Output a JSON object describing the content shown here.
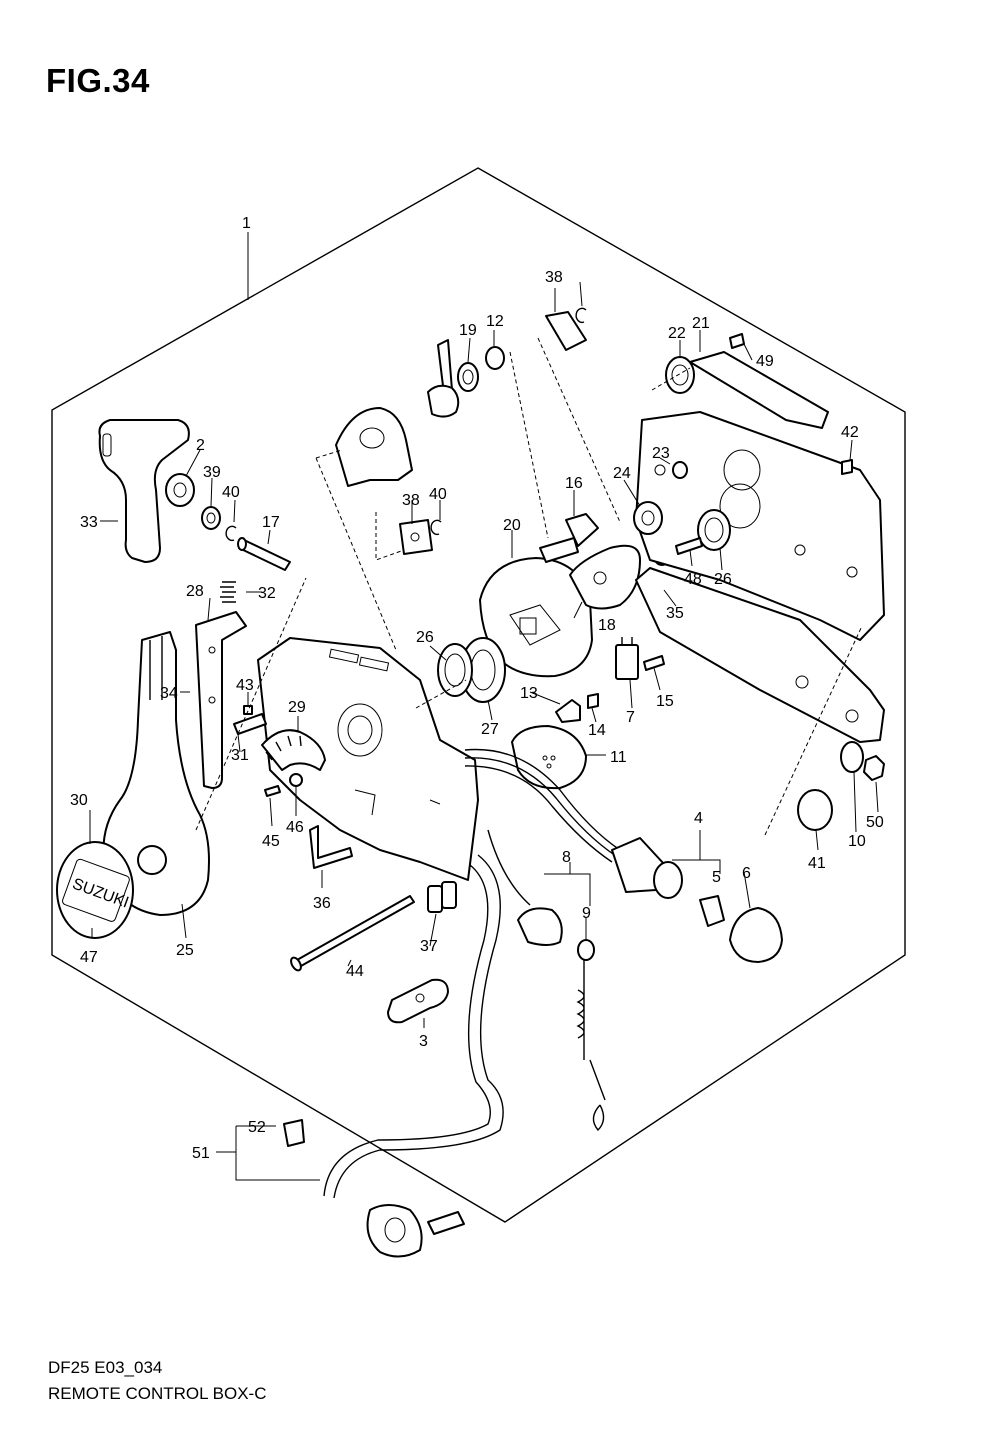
{
  "figure": {
    "title": "FIG.34",
    "model_code": "DF25 E03_034",
    "name": "REMOTE CONTROL BOX-C"
  },
  "callouts": [
    {
      "id": "c1",
      "label": "1"
    },
    {
      "id": "c2",
      "label": "2"
    },
    {
      "id": "c3",
      "label": "3"
    },
    {
      "id": "c4",
      "label": "4"
    },
    {
      "id": "c5",
      "label": "5"
    },
    {
      "id": "c6",
      "label": "6"
    },
    {
      "id": "c7",
      "label": "7"
    },
    {
      "id": "c8",
      "label": "8"
    },
    {
      "id": "c9",
      "label": "9"
    },
    {
      "id": "c10",
      "label": "10"
    },
    {
      "id": "c11",
      "label": "11"
    },
    {
      "id": "c12",
      "label": "12"
    },
    {
      "id": "c13",
      "label": "13"
    },
    {
      "id": "c14",
      "label": "14"
    },
    {
      "id": "c15",
      "label": "15"
    },
    {
      "id": "c16",
      "label": "16"
    },
    {
      "id": "c17",
      "label": "17"
    },
    {
      "id": "c18",
      "label": "18"
    },
    {
      "id": "c19",
      "label": "19"
    },
    {
      "id": "c20",
      "label": "20"
    },
    {
      "id": "c21",
      "label": "21"
    },
    {
      "id": "c22",
      "label": "22"
    },
    {
      "id": "c23",
      "label": "23"
    },
    {
      "id": "c24",
      "label": "24"
    },
    {
      "id": "c25",
      "label": "25"
    },
    {
      "id": "c26a",
      "label": "26"
    },
    {
      "id": "c26b",
      "label": "26"
    },
    {
      "id": "c27",
      "label": "27"
    },
    {
      "id": "c28",
      "label": "28"
    },
    {
      "id": "c29",
      "label": "29"
    },
    {
      "id": "c30",
      "label": "30"
    },
    {
      "id": "c31",
      "label": "31"
    },
    {
      "id": "c32",
      "label": "32"
    },
    {
      "id": "c33",
      "label": "33"
    },
    {
      "id": "c34",
      "label": "34"
    },
    {
      "id": "c35",
      "label": "35"
    },
    {
      "id": "c36",
      "label": "36"
    },
    {
      "id": "c37",
      "label": "37"
    },
    {
      "id": "c38a",
      "label": "38"
    },
    {
      "id": "c38b",
      "label": "38"
    },
    {
      "id": "c39",
      "label": "39"
    },
    {
      "id": "c40a",
      "label": "40"
    },
    {
      "id": "c40b",
      "label": "40"
    },
    {
      "id": "c41",
      "label": "41"
    },
    {
      "id": "c42",
      "label": "42"
    },
    {
      "id": "c43",
      "label": "43"
    },
    {
      "id": "c44",
      "label": "44"
    },
    {
      "id": "c45",
      "label": "45"
    },
    {
      "id": "c46",
      "label": "46"
    },
    {
      "id": "c47",
      "label": "47"
    },
    {
      "id": "c48",
      "label": "48"
    },
    {
      "id": "c49",
      "label": "49"
    },
    {
      "id": "c50",
      "label": "50"
    },
    {
      "id": "c51",
      "label": "51"
    },
    {
      "id": "c52",
      "label": "52"
    }
  ],
  "brand_mark": "SUZUKI"
}
